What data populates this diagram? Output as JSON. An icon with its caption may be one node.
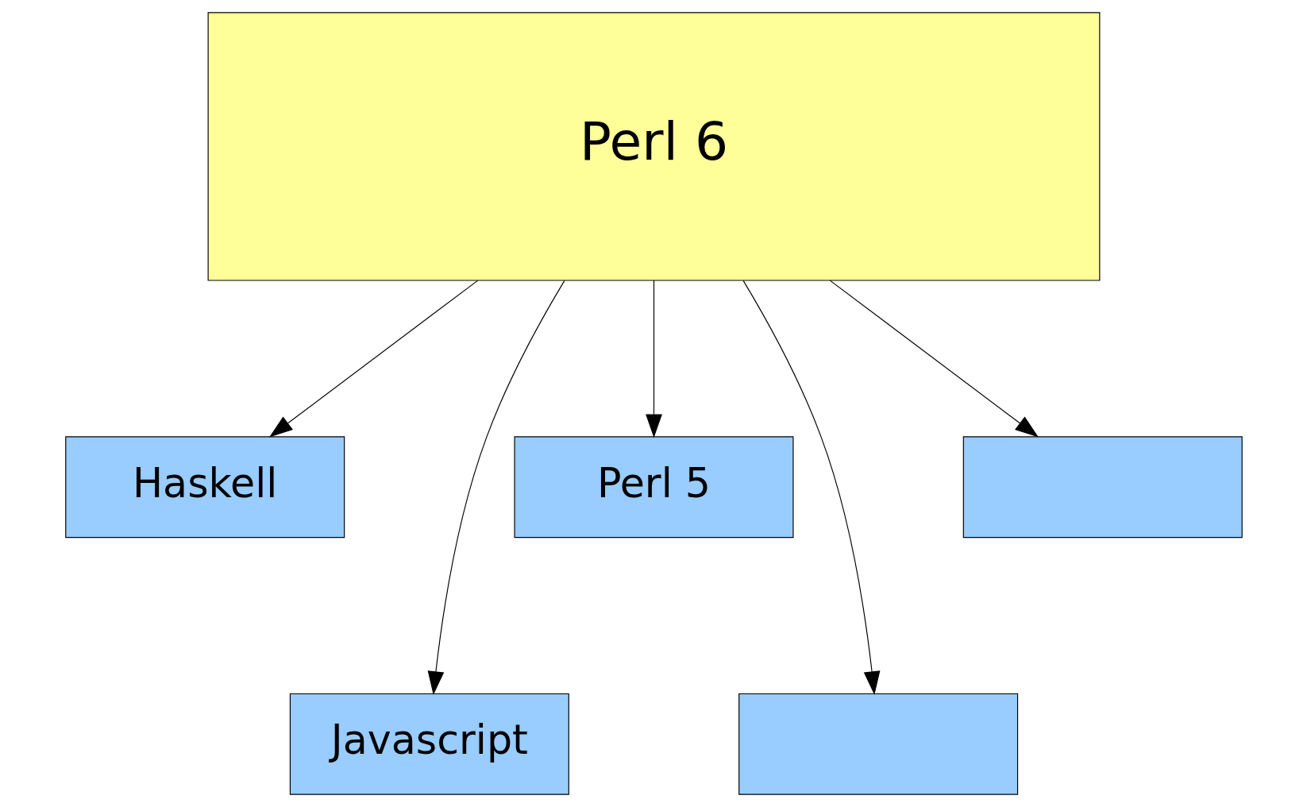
{
  "diagram": {
    "nodes": [
      {
        "text": [
          "Perl 6"
        ]
      },
      {
        "text": [
          "Haskell"
        ]
      },
      {
        "text": [
          "Javascript"
        ]
      },
      {
        "text": [
          "Perl 5"
        ]
      },
      {
        "text": [],
        "shape": "box"
      },
      {
        "text": [],
        "shape": "box"
      }
    ],
    "edges": [
      {
        "from": 0,
        "to": 1,
        "arrow": "to"
      },
      {
        "from": 0,
        "to": 2,
        "arrow": "to"
      },
      {
        "from": 0,
        "to": 3,
        "arrow": "to"
      },
      {
        "from": 0,
        "to": 4,
        "arrow": "to"
      },
      {
        "from": 0,
        "to": 5,
        "arrow": "to"
      }
    ]
  }
}
